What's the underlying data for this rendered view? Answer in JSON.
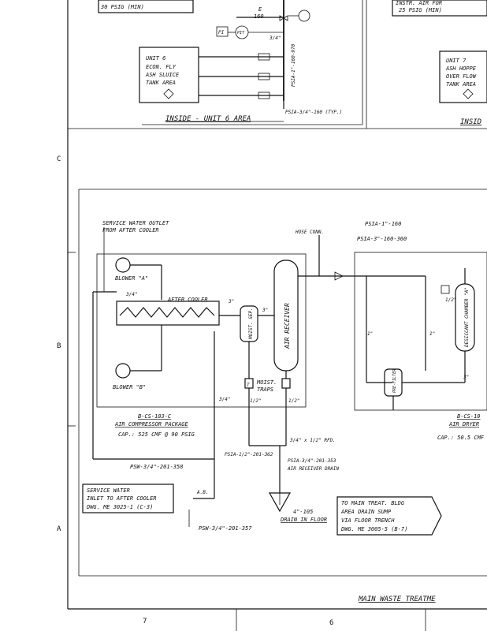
{
  "top_left": {
    "psig_note": "30 PSIG (MIN)",
    "label_e": "E",
    "label_160": "160",
    "instrument_pi": "PI",
    "instrument_pit": "PIT",
    "size_3_4": "3/4\"",
    "unit6_box": [
      "UNIT 6",
      "ECON. FLY",
      "ASH SLUICE",
      "TANK AREA"
    ],
    "line_vertical": "PSIA-1\"-160-970",
    "line_typ": "PSIA-3/4\"-160 (TYP.)",
    "area_title": "INSIDE - UNIT 6  AREA"
  },
  "top_right": {
    "note_lines": [
      "INSTR. AIR FOR",
      "25 PSIG (MIN)"
    ],
    "unit7_box": [
      "UNIT 7",
      "ASH HOPPE",
      "OVER FLOW",
      "TANK AREA"
    ],
    "area_title_partial": "INSID"
  },
  "border": {
    "row_c": "C",
    "row_b": "B",
    "row_a": "A",
    "col_7": "7",
    "col_6": "6"
  },
  "main": {
    "service_outlet": [
      "SERVICE WATER OUTLET",
      "FROM AFTER COOLER"
    ],
    "blower_a": "BLOWER \"A\"",
    "blower_b": "BLOWER \"B\"",
    "after_cooler": "AFTER COOLER",
    "size_3_top": "3\"",
    "size_3_mid": "3\"",
    "moist_sep": "MOIST. SEP.",
    "air_receiver": "AIR RECEIVER",
    "hose_conn": "HOSE CONN.",
    "line_psia_160": "PSIA-1\"-160",
    "line_psia_3": "PSIA-3\"-160-360",
    "size_3_4_left": "3/4\"",
    "size_3_4_mid": "3/4\"",
    "size_half_a": "1/2\"",
    "size_half_b": "1/2\"",
    "moist_traps": [
      "MOIST.",
      "TRAPS"
    ],
    "trap_t": "T",
    "rfd": "3/4\" x 1/2\" RFD.",
    "package_tag": "B-CS-103-C",
    "package_name": "AIR COMPRESSOR PACKAGE",
    "package_cap": "CAP.: 525 CMF @ 90 PSIG",
    "line_psw": "PSW-3/4\"-201-358",
    "line_psia_drain": "PSIA-1/2\"-201-362",
    "line_psia_3_4": "PSIA-3/4\"-201-353",
    "air_receiver_drain": "AIR RECEIVER DRAIN",
    "service_inlet": [
      "SERVICE WATER",
      "INLET TO AFTER COOLER",
      "DWG. ME 3025-1 (C-3)"
    ],
    "ab": "A.B.",
    "line_psw_357": "PSW-3/4\"-201-357",
    "drain_size": "4\"-105",
    "drain_floor": "DRAIN IN FLOOR",
    "to_main": [
      "TO MAIN TREAT. BLDG",
      "AREA DRAIN SUMP",
      "VIA FLOOR TRENCH",
      "DWG. ME 3005-5 (B-7)"
    ],
    "desiccant": "DESICCANT CHAMBER \"A\"",
    "prefilter": "PRE-FILTER",
    "size_1_a": "1\"",
    "size_1_b": "1\"",
    "size_half_r": "1/2\"",
    "size_3_r": "3\"",
    "dryer_tag": "B-CS-10",
    "dryer_name": "AIR DRYER",
    "dryer_cap": "CAP.: 50.5 CMF",
    "bottom_title": "MAIN WASTE TREATME"
  }
}
